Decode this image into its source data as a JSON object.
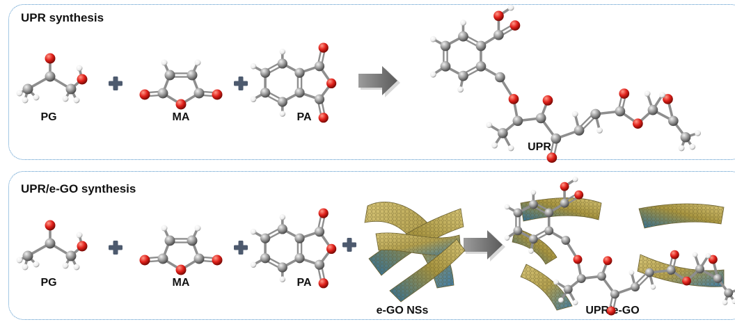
{
  "panel_top": {
    "title": "UPR synthesis",
    "labels": {
      "pg": "PG",
      "ma": "MA",
      "pa": "PA",
      "product": "UPR"
    }
  },
  "panel_bottom": {
    "title": "UPR/e-GO synthesis",
    "labels": {
      "pg": "PG",
      "ma": "MA",
      "pa": "PA",
      "nanosheets": "e-GO NSs",
      "product": "UPR/e-GO"
    }
  },
  "colors": {
    "panel_border": "#4a90c8",
    "carbon": "#9a9a9a",
    "oxygen": "#e0201a",
    "hydrogen": "#f2f2f2",
    "arrow": "#7a7a7a",
    "plus": "#4d5a6e",
    "sheet_yellow": "#c9b463",
    "sheet_blue": "#3f7da8"
  }
}
